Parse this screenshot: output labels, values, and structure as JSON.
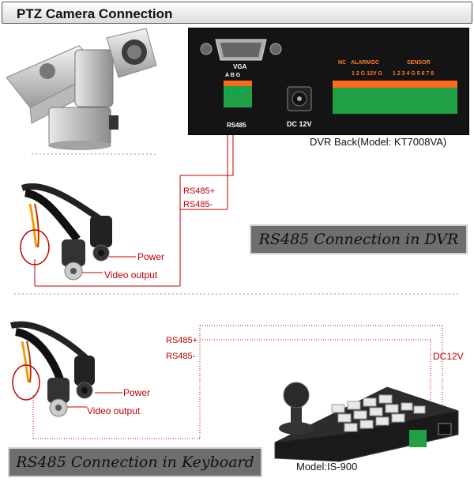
{
  "header": {
    "title": "PTZ Camera Connection"
  },
  "dvr": {
    "vga_label": "VGA",
    "pins_label": "A B G",
    "rs485_label": "RS485",
    "dc_label": "DC 12V",
    "nc_label": "NC",
    "alarm_label": "ALARM",
    "dc_small_label": "DC",
    "alarm_pins": "1 2 G 12V G",
    "sensor_label": "SENSOR",
    "sensor_pins": "1 2 3 4 G 5 6 7 8",
    "caption": "DVR Back(Model: KT7008VA)"
  },
  "section1": {
    "wire_plus": "RS485+",
    "wire_minus": "RS485-",
    "power_label": "Power",
    "video_label": "Video output",
    "banner": "RS485 Connection in DVR"
  },
  "section2": {
    "wire_plus": "RS485+",
    "wire_minus": "RS485-",
    "power_label": "Power",
    "video_label": "Video output",
    "dc_label": "DC12V",
    "banner": "RS485 Connection in Keyboard",
    "model": "Model:IS-900"
  },
  "colors": {
    "wire_red": "#c00000",
    "terminal_green": "#22a045",
    "terminal_orange": "#ff6a1a",
    "panel_black": "#141414",
    "banner_gray": "#6e6e6e"
  }
}
